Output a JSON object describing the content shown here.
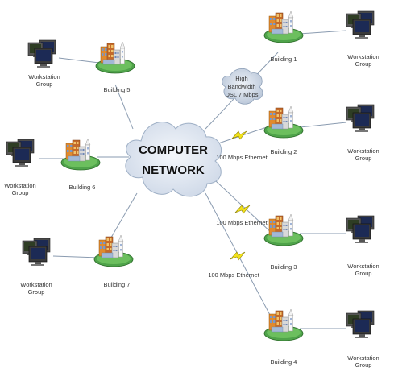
{
  "network": {
    "title_line1": "COMPUTER",
    "title_line2": "NETWORK"
  },
  "buildings": [
    {
      "name": "Building 1"
    },
    {
      "name": "Building 2"
    },
    {
      "name": "Building 3"
    },
    {
      "name": "Building 4"
    },
    {
      "name": "Building 5"
    },
    {
      "name": "Building 6"
    },
    {
      "name": "Building 7"
    }
  ],
  "workstations": {
    "label_line1": "Workstation",
    "label_line2": "Group"
  },
  "links": {
    "dsl_line1": "High",
    "dsl_line2": "Bandwidth",
    "dsl_line3": "DSL 7 Mbps",
    "ethernet": "100 Mbps Ethernet"
  },
  "colors": {
    "cloud_fill": "#dfe7f2",
    "line": "#8a9bb0",
    "grass": "#4fa34a",
    "lightning": "#f2e21a",
    "monitor_frame": "#3a3a3a",
    "screen": "#1c2a55"
  }
}
